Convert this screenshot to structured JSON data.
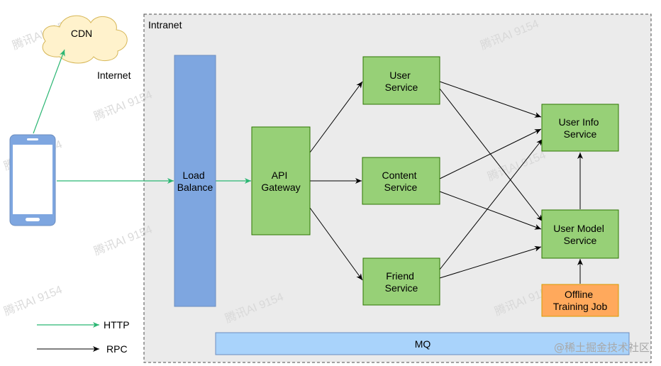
{
  "regions": {
    "intranet_label": "Intranet",
    "internet_label": "Internet"
  },
  "nodes": {
    "cdn": "CDN",
    "load_balance": [
      "Load",
      "Balance"
    ],
    "api_gateway": [
      "API",
      "Gateway"
    ],
    "user_service": [
      "User",
      "Service"
    ],
    "content_service": [
      "Content",
      "Service"
    ],
    "friend_service": [
      "Friend",
      "Service"
    ],
    "user_info_service": [
      "User Info",
      "Service"
    ],
    "user_model_service": [
      "User Model",
      "Service"
    ],
    "offline_training_job": [
      "Offline",
      "Training Job"
    ],
    "mq": "MQ"
  },
  "legend": {
    "http": "HTTP",
    "rpc": "RPC"
  },
  "colors": {
    "http_arrow": "#2bb673",
    "rpc_arrow": "#000000",
    "service_fill": "#97d077",
    "service_stroke": "#2d7600",
    "load_balance_fill": "#7ea6e0",
    "mq_fill": "#a9d3fb",
    "offline_fill": "#ffa95c",
    "cdn_fill": "#fff2cc",
    "phone_fill": "#7ea6e0",
    "intranet_fill": "#ebebeb"
  },
  "watermark_text": "腾讯AI 9154",
  "credit_text": "@稀土掘金技术社区"
}
